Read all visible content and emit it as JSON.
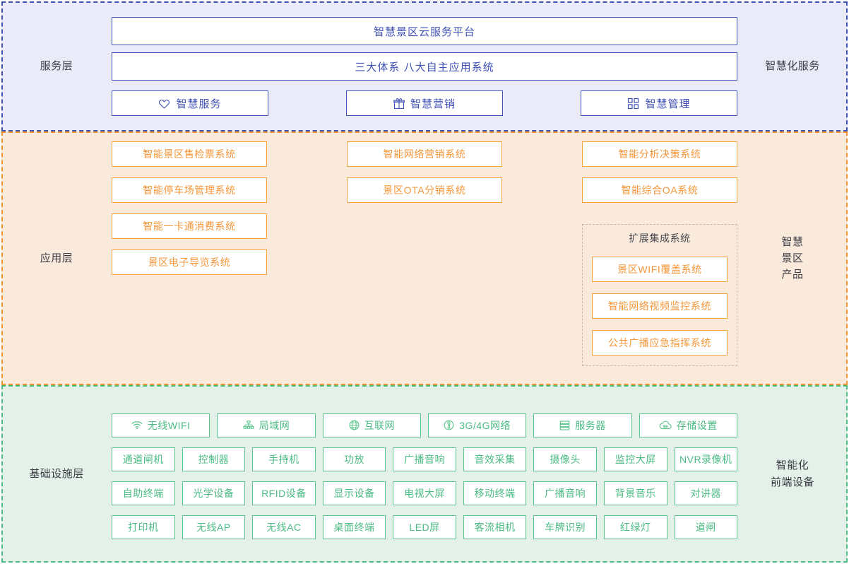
{
  "service_layer": {
    "left_label": "服务层",
    "right_label": "智慧化服务",
    "accent_color": "#3f51b5",
    "background_color": "#eaeaf8",
    "wide_bars": [
      {
        "label": "智慧景区云服务平台"
      },
      {
        "label": "三大体系  八大自主应用系统"
      }
    ],
    "chips": [
      {
        "icon": "heart-icon",
        "label": "智慧服务"
      },
      {
        "icon": "gift-icon",
        "label": "智慧营销"
      },
      {
        "icon": "grid-icon",
        "label": "智慧管理"
      }
    ]
  },
  "application_layer": {
    "left_label": "应用层",
    "right_label": "智慧\n景区\n产品",
    "accent_color": "#f5a33c",
    "background_color": "#faeadb",
    "columns": [
      {
        "boxes": [
          {
            "label": "智能景区售检票系统"
          },
          {
            "label": "智能停车场管理系统"
          },
          {
            "label": "智能一卡通消费系统"
          },
          {
            "label": "景区电子导览系统"
          }
        ]
      },
      {
        "boxes": [
          {
            "label": "智能网络营销系统"
          },
          {
            "label": "景区OTA分销系统"
          }
        ]
      },
      {
        "boxes": [
          {
            "label": "智能分析决策系统"
          },
          {
            "label": "智能综合OA系统"
          }
        ],
        "extension_group": {
          "title": "扩展集成系统",
          "boxes": [
            {
              "label": "景区WIFI覆盖系统"
            },
            {
              "label": "智能网络视频监控系统"
            },
            {
              "label": "公共广播应急指挥系统"
            }
          ]
        }
      }
    ]
  },
  "infrastructure_layer": {
    "left_label": "基础设施层",
    "right_label": "智能化\n前端设备",
    "accent_color": "#5cc58d",
    "background_color": "#e3f1e8",
    "network_row": [
      {
        "icon": "wifi-icon",
        "label": "无线WIFI"
      },
      {
        "icon": "lan-tree-icon",
        "label": "局域网"
      },
      {
        "icon": "globe-icon",
        "label": "互联网"
      },
      {
        "icon": "signal-tower-icon",
        "label": "3G/4G网络"
      },
      {
        "icon": "server-icon",
        "label": "服务器"
      },
      {
        "icon": "cloud-storage-icon",
        "label": "存储设置"
      }
    ],
    "device_rows": [
      [
        {
          "label": "通道闸机"
        },
        {
          "label": "控制器"
        },
        {
          "label": "手持机"
        },
        {
          "label": "功放"
        },
        {
          "label": "广播音响"
        },
        {
          "label": "音效采集"
        },
        {
          "label": "摄像头"
        },
        {
          "label": "监控大屏"
        },
        {
          "label": "NVR录像机"
        }
      ],
      [
        {
          "label": "自助终端"
        },
        {
          "label": "光学设备"
        },
        {
          "label": "RFID设备"
        },
        {
          "label": "显示设备"
        },
        {
          "label": "电视大屏"
        },
        {
          "label": "移动终端"
        },
        {
          "label": "广播音响"
        },
        {
          "label": "背景音乐"
        },
        {
          "label": "对讲器"
        }
      ],
      [
        {
          "label": "打印机"
        },
        {
          "label": "无线AP"
        },
        {
          "label": "无线AC"
        },
        {
          "label": "桌面终端"
        },
        {
          "label": "LED屏"
        },
        {
          "label": "客流相机"
        },
        {
          "label": "车牌识别"
        },
        {
          "label": "红绿灯"
        },
        {
          "label": "道闸"
        }
      ]
    ]
  }
}
